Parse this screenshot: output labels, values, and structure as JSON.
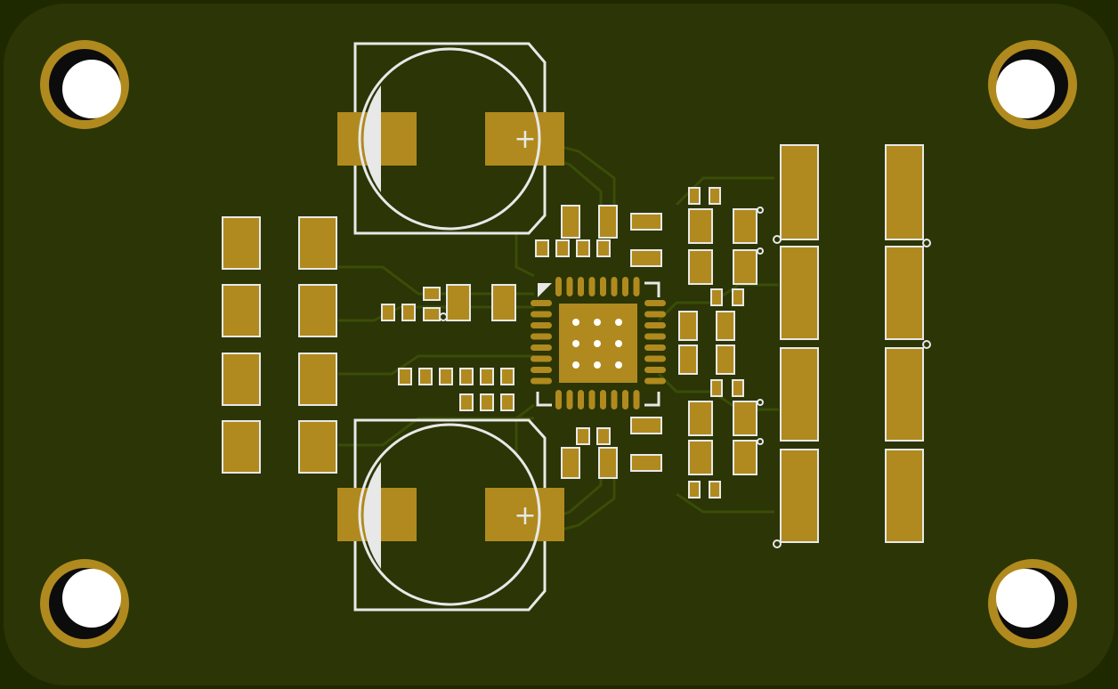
{
  "board": {
    "view": "pcb-top-render",
    "colors": {
      "substrate": "#2b3505",
      "substrate_edge": "#1f2800",
      "copper_pad": "#b08a1e",
      "silkscreen": "#e8e8e8",
      "trace": "#3a4d08",
      "hole": "#ffffff"
    }
  },
  "silkscreen": {
    "polarity_mark_top": "+",
    "polarity_mark_bottom": "+"
  },
  "components": {
    "electrolytic_caps": 2,
    "mounting_holes": 4,
    "qfn_thermal_vias": 9
  }
}
